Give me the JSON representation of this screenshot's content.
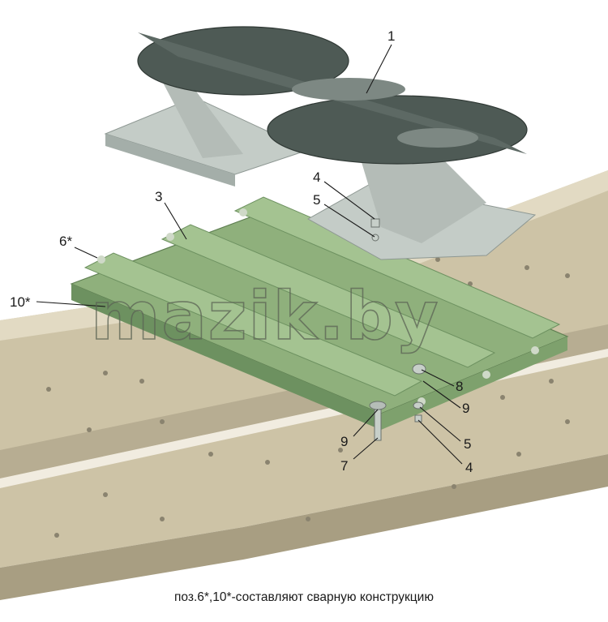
{
  "callouts": [
    {
      "id": "c1",
      "label": "1"
    },
    {
      "id": "c3",
      "label": "3"
    },
    {
      "id": "c4a",
      "label": "4"
    },
    {
      "id": "c5a",
      "label": "5"
    },
    {
      "id": "c6",
      "label": "6*"
    },
    {
      "id": "c10",
      "label": "10*"
    },
    {
      "id": "c8",
      "label": "8"
    },
    {
      "id": "c9a",
      "label": "9"
    },
    {
      "id": "c9b",
      "label": "9"
    },
    {
      "id": "c7",
      "label": "7"
    },
    {
      "id": "c5b",
      "label": "5"
    },
    {
      "id": "c4b",
      "label": "4"
    }
  ],
  "watermark": "mazik.by",
  "caption": "поз.6*,10*-составляют сварную конструкцию",
  "colors": {
    "frame": "#cdc3a6",
    "frame_shadow": "#a89e82",
    "plate": "#8fb07c",
    "plate_dark": "#6d9160",
    "saddle_top": "#4e5a55",
    "saddle_body": "#c4ccc7"
  }
}
